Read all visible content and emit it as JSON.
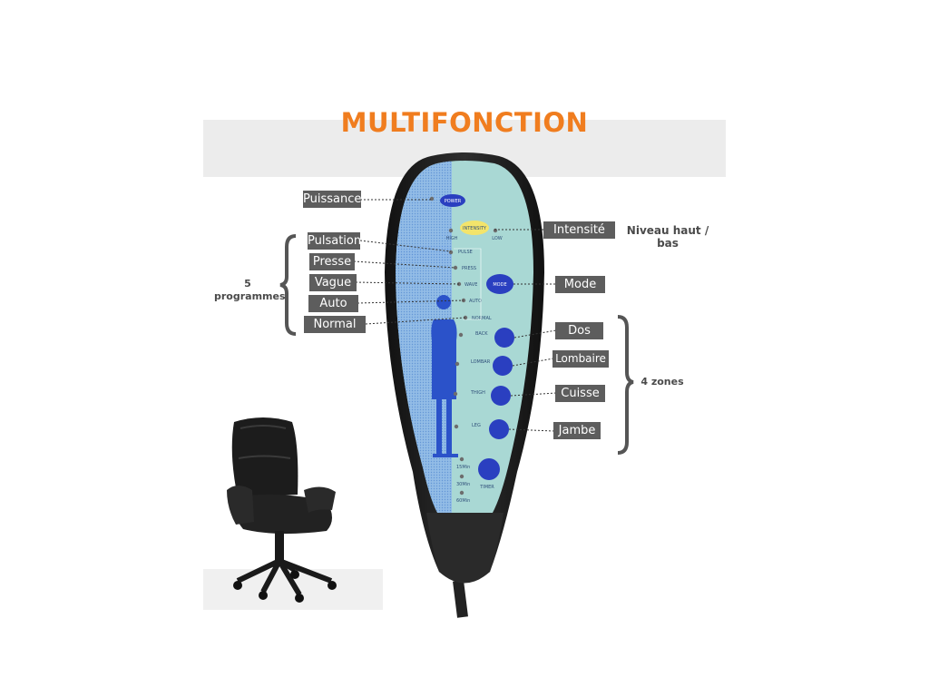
{
  "title": "MULTIFONCTION",
  "labels": {
    "puissance": "Puissance",
    "intensite": "Intensité",
    "niveau": "Niveau haut / bas",
    "pulsation": "Pulsation",
    "presse": "Presse",
    "vague": "Vague",
    "auto": "Auto",
    "normal": "Normal",
    "mode": "Mode",
    "dos": "Dos",
    "lombaire": "Lombaire",
    "cuisse": "Cuisse",
    "jambe": "Jambe"
  },
  "groups": {
    "programmes_count": "5",
    "programmes_label": "programmes",
    "zones_label": "4 zones"
  },
  "remote": {
    "power": "POWER",
    "intensity": "INTENSITY",
    "high": "HIGH",
    "low": "LOW",
    "mode": "MODE",
    "pulse": "PULSE",
    "press": "PRESS",
    "wave": "WAVE",
    "auto": "AUTO",
    "normal": "NORMAL",
    "back": "BACK",
    "lombar": "LOMBAR",
    "thigh": "THIGH",
    "leg": "LEG",
    "t15": "15Min",
    "t30": "30Min",
    "t60": "60Min",
    "timer": "TIMER"
  },
  "colors": {
    "title": "#f07d1f",
    "label_bg": "#5d5d5d",
    "button_blue": "#2a3fc0",
    "remote_body": "#1f1f1f",
    "remote_face": "#a9d8d4"
  }
}
